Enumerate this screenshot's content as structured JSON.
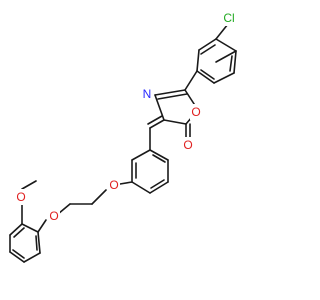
{
  "colors": {
    "bond": "#1a1a1a",
    "carbon": "#1a1a1a",
    "nitrogen": "#2a2aff",
    "oxygen": "#e02020",
    "chlorine": "#22aa22",
    "background": "#ffffff"
  },
  "atoms": {
    "chlorine": "Cl",
    "nitrogen": "N",
    "ring_oxygen": "O",
    "carbonyl_oxygen": "O",
    "aryl_ether_oxygen": "O",
    "phenoxy_oxygen": "O",
    "methoxy_oxygen": "O"
  }
}
